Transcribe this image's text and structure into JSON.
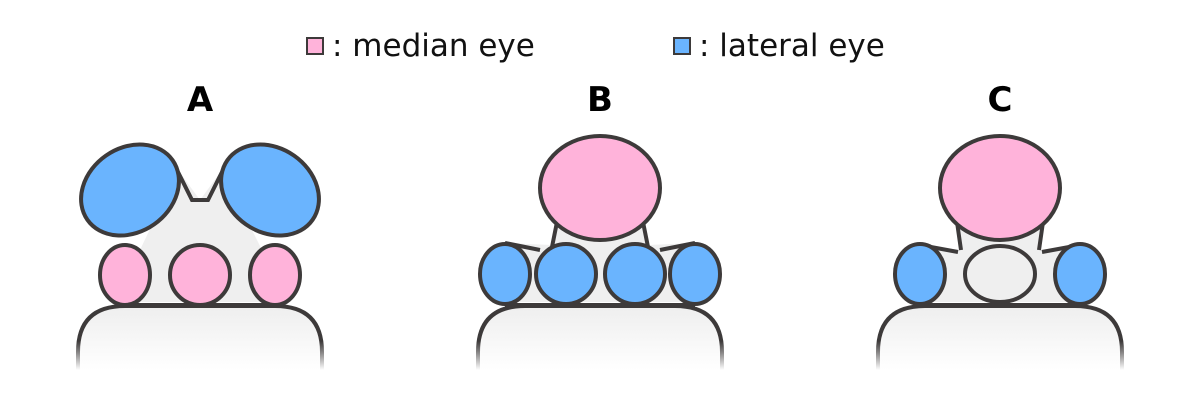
{
  "legend": [
    {
      "label": ": median eye",
      "color": "#ffb3da",
      "key": "median"
    },
    {
      "label": ": lateral eye",
      "color": "#6ab4fe",
      "key": "lateral"
    }
  ],
  "colors": {
    "median": "#ffb3da",
    "lateral": "#6ab4fe",
    "outline": "#3d3a3a",
    "body": "#efefef",
    "none": "#efefef"
  },
  "panels": [
    {
      "label": "A",
      "top_pair": "lateral",
      "row": [
        "median",
        "median",
        "median"
      ]
    },
    {
      "label": "B",
      "top_single": "median",
      "row": [
        "lateral",
        "lateral",
        "lateral",
        "lateral"
      ]
    },
    {
      "label": "C",
      "top_single": "median",
      "row": [
        "lateral",
        "none",
        "lateral"
      ]
    }
  ]
}
